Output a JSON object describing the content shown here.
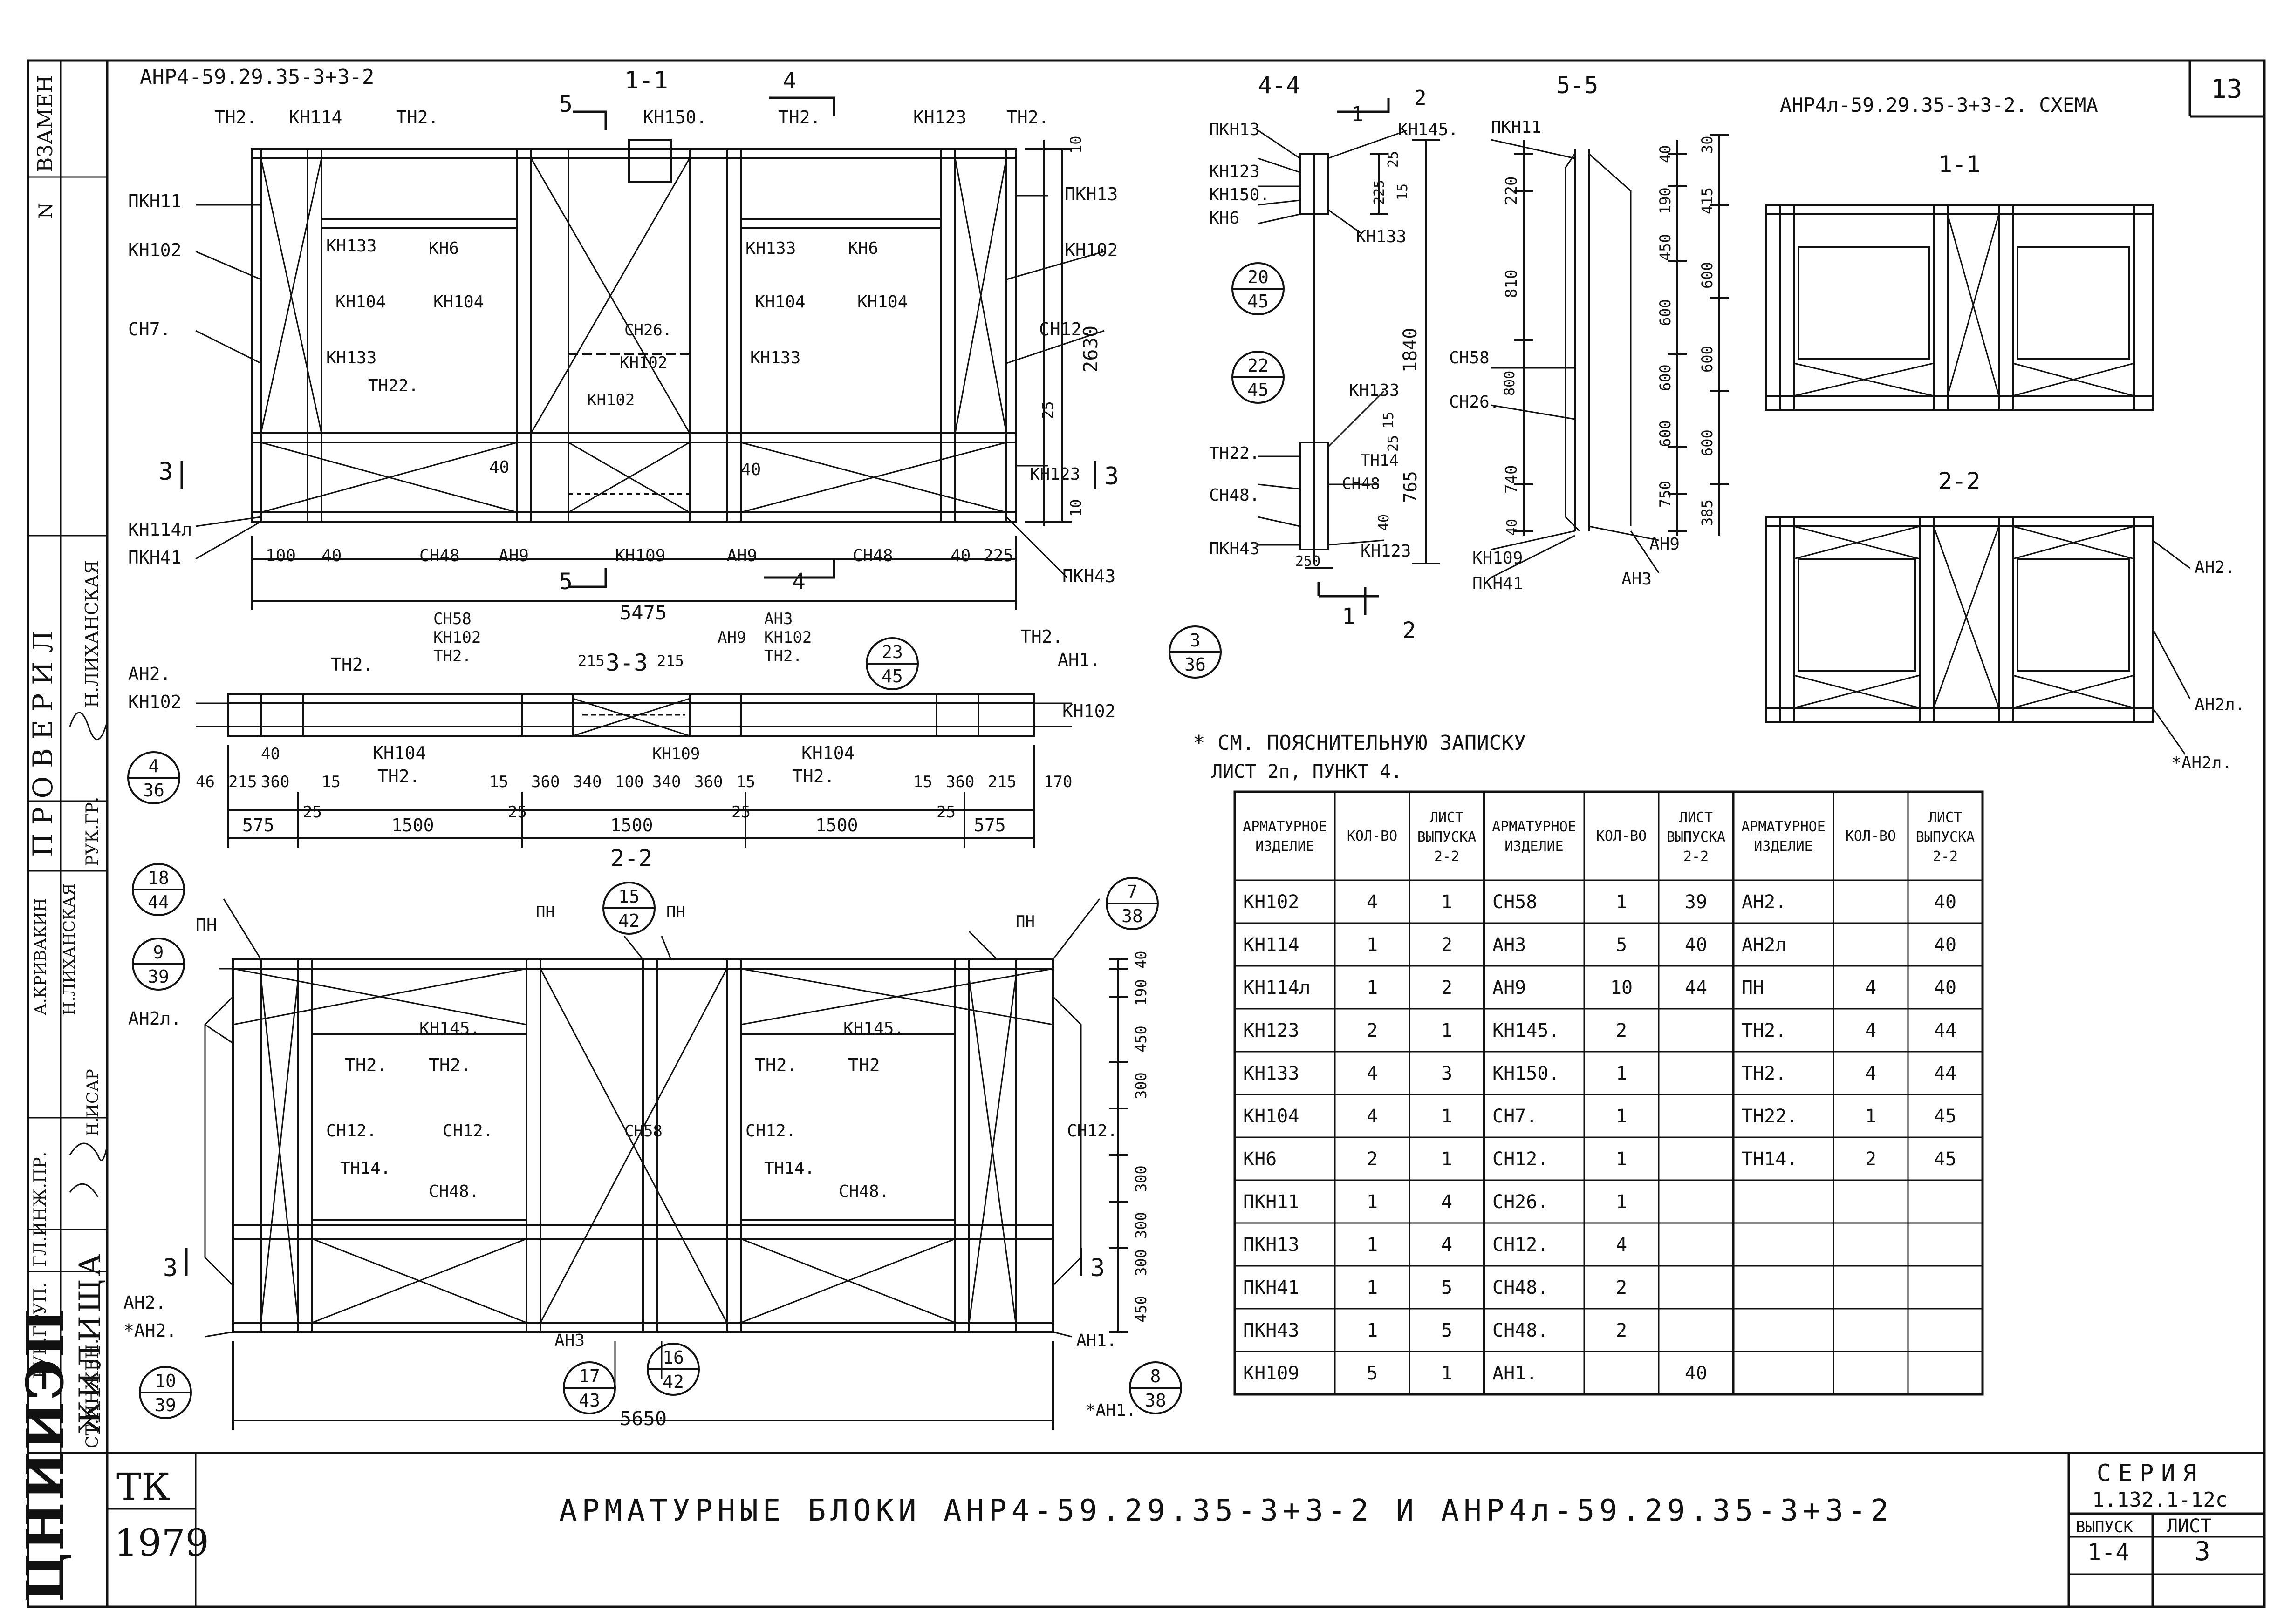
{
  "sheet": {
    "number": "13",
    "title": "АРМАТУРНЫЕ БЛОКИ АНР4-59.29.35-3+3-2 И АНР4л-59.29.35-3+3-2",
    "series_label": "СЕРИЯ",
    "series_value": "1.132.1-12с",
    "issue_label": "ВЫПУСК",
    "issue_value": "1-4",
    "sheet_label": "ЛИСТ",
    "sheet_value": "3",
    "org_code": "ТК",
    "year": "1979",
    "org_name": "ЦНИИЭП",
    "org_sub": "ЖИЛИЩА",
    "replace_label": "ВЗАМЕН",
    "margin_mark": "N"
  },
  "stamp": {
    "roles": [
      "ГЛ.ИНЖ.ПР.",
      "РУК.ГРУП.",
      "СТ.ИНЖЕН."
    ],
    "names": [
      "А.КРИВАКИН",
      "Н.ЛИХАНСКАЯ",
      "Н.ИСАР"
    ],
    "check_label": "ПРОВЕРИЛ",
    "check_name": "Н.ЛИХАНСКАЯ",
    "check_role": "РУК.ГР."
  },
  "views": {
    "main": {
      "title": "АНР4-59.29.35-3+3-2",
      "section_1": "1-1",
      "width_total": "5475",
      "height_total": "2630",
      "labels": [
        "ТН2.",
        "КН114",
        "ТН2.",
        "КН150.",
        "ТН2.",
        "КН123",
        "ТН2.",
        "ПКН11",
        "ПКН13",
        "КН102",
        "КН102",
        "КН133",
        "КН6",
        "КН133",
        "КН6",
        "СН7.",
        "КН104",
        "КН104",
        "КН104",
        "КН104",
        "СН12.",
        "СН26.",
        "КН102",
        "КН133",
        "КН133",
        "ТН22.",
        "КН102",
        "КН123",
        "КН114л",
        "ПКН41",
        "СН48",
        "АН9",
        "КН109",
        "АН9",
        "СН48",
        "ПКН43"
      ],
      "dims_bottom": [
        "100",
        "40",
        "40",
        "225"
      ],
      "dims_misc": [
        "10",
        "25",
        "40",
        "40",
        "10"
      ],
      "cut_marks": [
        "5",
        "4",
        "5",
        "4",
        "3",
        "3"
      ]
    },
    "plan33": {
      "title": "3-3",
      "labels": [
        "АН2.",
        "КН102",
        "ТН2.",
        "СН58",
        "КН102",
        "ТН2.",
        "АН3",
        "АН9",
        "КН102",
        "ТН2.",
        "ТН2.",
        "АН1.",
        "КН102",
        "КН104",
        "ТН2.",
        "КН109",
        "КН104",
        "ТН2."
      ],
      "dims_top": [
        "215",
        "215"
      ],
      "dims_row1": [
        "46",
        "215",
        "360",
        "15",
        "15",
        "360",
        "340",
        "100",
        "340",
        "360",
        "15",
        "15",
        "360",
        "215",
        "170"
      ],
      "dims_row2": [
        "575",
        "25",
        "1500",
        "25",
        "1500",
        "25",
        "1500",
        "25",
        "575"
      ],
      "dim_small": "40"
    },
    "front22": {
      "title": "2-2",
      "labels": [
        "ПН",
        "ПН",
        "ПН",
        "ПН",
        "АН2л.",
        "КН145.",
        "КН145.",
        "ТН2.",
        "ТН2.",
        "ТН2.",
        "ТН2",
        "СН12.",
        "СН12.",
        "СН58",
        "СН12.",
        "СН12.",
        "ТН14.",
        "СН48.",
        "ТН14.",
        "СН48.",
        "АН2.",
        "*АН2.",
        "АН3",
        "АН1.",
        "*АН1."
      ],
      "width_total": "5650",
      "dims_right": [
        "40",
        "190",
        "450",
        "300",
        "300",
        "300",
        "300",
        "450"
      ],
      "cut_marks": [
        "3",
        "3"
      ]
    },
    "section44": {
      "title": "4-4",
      "labels": [
        "ПКН13",
        "КН145.",
        "КН123",
        "КН150.",
        "КН6",
        "КН133"
      ],
      "dims": [
        "25",
        "225",
        "15",
        "1840"
      ],
      "cut_marks": [
        "1",
        "2"
      ]
    },
    "section_lower": {
      "labels": [
        "КН133",
        "ТН22.",
        "ТН14",
        "СН48",
        "СН48.",
        "ПКН43",
        "КН123"
      ],
      "dims": [
        "15",
        "25",
        "765",
        "40",
        "250"
      ],
      "cut_marks": [
        "1",
        "2"
      ]
    },
    "section55": {
      "title": "5-5",
      "labels": [
        "ПКН11",
        "СН58",
        "СН26.",
        "КН109",
        "ПКН41",
        "АН9",
        "АН3"
      ],
      "dims_left": [
        "220",
        "810",
        "800",
        "740",
        "40"
      ],
      "dims_mid": [
        "40",
        "190",
        "450",
        "600",
        "600",
        "600",
        "750"
      ],
      "dims_right": [
        "30",
        "415",
        "600",
        "600",
        "600",
        "385"
      ]
    },
    "schema": {
      "title": "АНР4л-59.29.35-3+3-2. СХЕМА",
      "section_1": "1-1",
      "section_2": "2-2",
      "labels": [
        "АН2.",
        "АН2л.",
        "*АН2л."
      ]
    }
  },
  "callouts": [
    {
      "top": "23",
      "bottom": "45"
    },
    {
      "top": "3",
      "bottom": "36"
    },
    {
      "top": "4",
      "bottom": "36"
    },
    {
      "top": "20",
      "bottom": "45"
    },
    {
      "top": "22",
      "bottom": "45"
    },
    {
      "top": "18",
      "bottom": "44"
    },
    {
      "top": "9",
      "bottom": "39"
    },
    {
      "top": "15",
      "bottom": "42"
    },
    {
      "top": "7",
      "bottom": "38"
    },
    {
      "top": "10",
      "bottom": "39"
    },
    {
      "top": "17",
      "bottom": "43"
    },
    {
      "top": "16",
      "bottom": "42"
    },
    {
      "top": "8",
      "bottom": "38"
    }
  ],
  "note": {
    "line1": "* СМ. ПОЯСНИТЕЛЬНУЮ ЗАПИСКУ",
    "line2": "ЛИСТ 2п, ПУНКТ 4."
  },
  "table": {
    "headers": [
      "АРМАТУРНОЕ ИЗДЕЛИЕ",
      "КОЛ-ВО",
      "ЛИСТ ВЫПУСКА 2-2",
      "АРМАТУРНОЕ ИЗДЕЛИЕ",
      "КОЛ-ВО",
      "ЛИСТ ВЫПУСКА 2-2",
      "АРМАТУРНОЕ ИЗДЕЛИЕ",
      "КОЛ-ВО",
      "ЛИСТ ВЫПУСКА 2-2"
    ],
    "rows": [
      [
        "КН102",
        "4",
        "1",
        "СН58",
        "1",
        "39",
        "АН2.",
        "",
        "40"
      ],
      [
        "КН114",
        "1",
        "2",
        "АН3",
        "5",
        "40",
        "АН2л",
        "",
        "40"
      ],
      [
        "КН114л",
        "1",
        "2",
        "АН9",
        "10",
        "44",
        "ПН",
        "4",
        "40"
      ],
      [
        "КН123",
        "2",
        "1",
        "КН145.",
        "2",
        "",
        "ТН2.",
        "4",
        "44"
      ],
      [
        "КН133",
        "4",
        "3",
        "КН150.",
        "1",
        "",
        "ТН2.",
        "4",
        "44"
      ],
      [
        "КН104",
        "4",
        "1",
        "СН7.",
        "1",
        "",
        "ТН22.",
        "1",
        "45"
      ],
      [
        "КН6",
        "2",
        "1",
        "СН12.",
        "1",
        "",
        "ТН14.",
        "2",
        "45"
      ],
      [
        "ПКН11",
        "1",
        "4",
        "СН26.",
        "1",
        "",
        "",
        "",
        ""
      ],
      [
        "ПКН13",
        "1",
        "4",
        "СН12.",
        "4",
        "",
        "",
        "",
        ""
      ],
      [
        "ПКН41",
        "1",
        "5",
        "СН48.",
        "2",
        "",
        "",
        "",
        ""
      ],
      [
        "ПКН43",
        "1",
        "5",
        "СН48.",
        "2",
        "",
        "",
        "",
        ""
      ],
      [
        "КН109",
        "5",
        "1",
        "АН1.",
        "",
        "40",
        "",
        "",
        ""
      ]
    ]
  }
}
